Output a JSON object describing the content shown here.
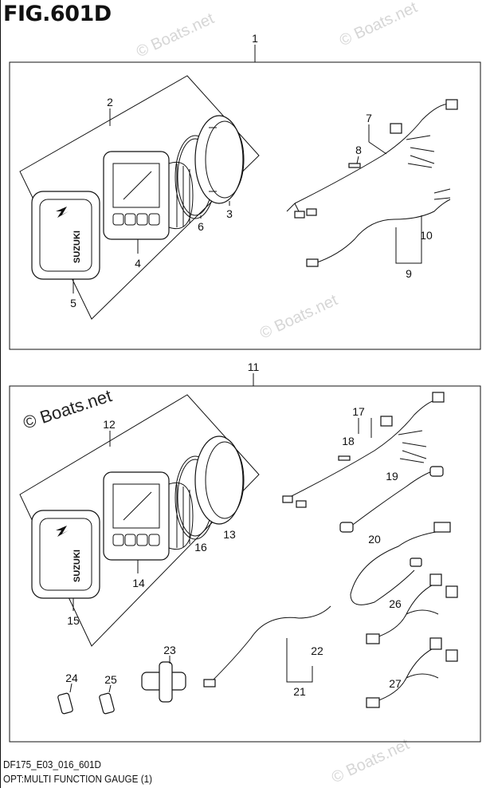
{
  "figure": {
    "title": "FIG.601D",
    "code": "DF175_E03_016_601D",
    "caption": "OPT:MULTI FUNCTION GAUGE (1)"
  },
  "watermark": "© Boats.net",
  "labels": {
    "p1": "1",
    "p2": "2",
    "p3": "3",
    "p4": "4",
    "p5": "5",
    "p6": "6",
    "p7": "7",
    "p8": "8",
    "p9": "9",
    "p10": "10",
    "p11": "11",
    "p12": "12",
    "p13": "13",
    "p14": "14",
    "p15": "15",
    "p16": "16",
    "p17": "17",
    "p18": "18",
    "p19": "19",
    "p20": "20",
    "p21": "21",
    "p22": "22",
    "p23": "23",
    "p24": "24",
    "p25": "25",
    "p26": "26",
    "p27": "27"
  },
  "cover_brand": "SUZUKI"
}
